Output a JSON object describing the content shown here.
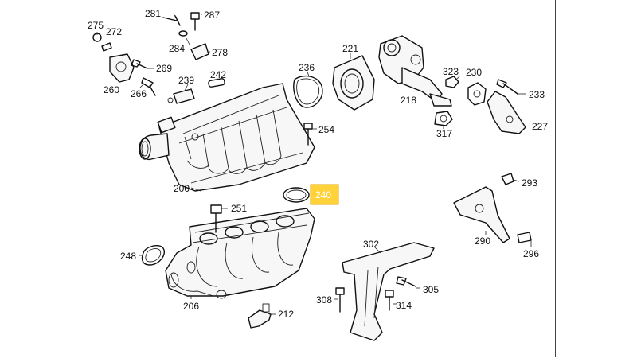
{
  "highlighted_label": "240",
  "colors": {
    "highlight": "#ffd23a",
    "ink": "#111111",
    "background": "#ffffff"
  },
  "parts": {
    "p275": "275",
    "p272": "272",
    "p281": "281",
    "p287": "287",
    "p284": "284",
    "p278": "278",
    "p269": "269",
    "p260": "260",
    "p266": "266",
    "p239": "239",
    "p242": "242",
    "p236": "236",
    "p221": "221",
    "p323": "323",
    "p230": "230",
    "p233": "233",
    "p218": "218",
    "p227": "227",
    "p317": "317",
    "p254": "254",
    "p200": "200",
    "p240": "240",
    "p251": "251",
    "p293": "293",
    "p290": "290",
    "p296": "296",
    "p248": "248",
    "p302": "302",
    "p206": "206",
    "p308": "308",
    "p305": "305",
    "p314": "314",
    "p212": "212"
  }
}
